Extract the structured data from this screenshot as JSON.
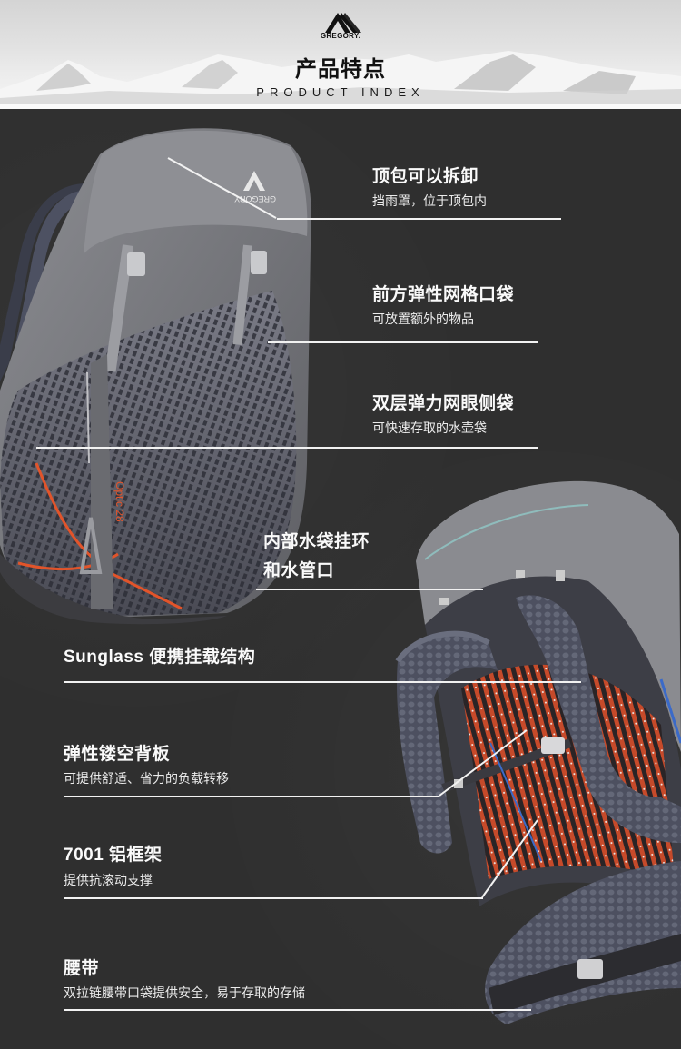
{
  "header": {
    "brand": "GREGORY.",
    "title": "产品特点",
    "subtitle": "PRODUCT INDEX"
  },
  "features": [
    {
      "title": "顶包可以拆卸",
      "desc": "挡雨罩，位于顶包内"
    },
    {
      "title": "前方弹性网格口袋",
      "desc": "可放置额外的物品"
    },
    {
      "title": "双层弹力网眼侧袋",
      "desc": "可快速存取的水壶袋"
    },
    {
      "title_line1": "内部水袋挂环",
      "title_line2": "和水管口"
    },
    {
      "title": "Sunglass  便携挂载结构"
    },
    {
      "title": "弹性镂空背板",
      "desc": "可提供舒适、省力的负载转移"
    },
    {
      "title": "7001  铝框架",
      "desc": "提供抗滚动支撑"
    },
    {
      "title": "腰带",
      "desc": "双拉链腰带口袋提供安全，易于存取的存储"
    }
  ],
  "product": {
    "front_pack_model": "Optic 28",
    "front_pack_logo": "GREGORY"
  },
  "colors": {
    "background": "#2f2f2f",
    "accent_orange": "#e2542a",
    "pack_gray": "#7a7b80",
    "text": "#ffffff"
  }
}
